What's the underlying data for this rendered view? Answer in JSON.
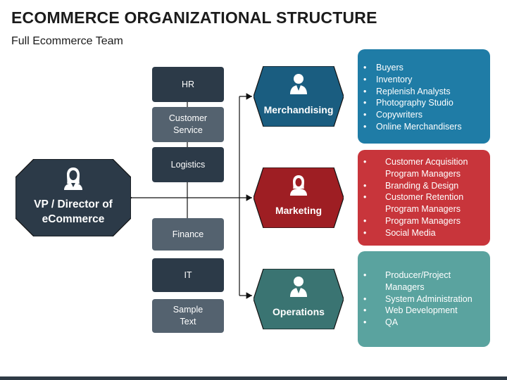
{
  "header": {
    "title": "ECOMMERCE ORGANIZATIONAL STRUCTURE",
    "subtitle": "Full Ecommerce Team"
  },
  "vp": {
    "label": "VP / Director of eCommerce",
    "color": "#2c3a48",
    "icon": "person-icon"
  },
  "departments": [
    {
      "label": "HR",
      "color": "#2c3a48"
    },
    {
      "label": "Customer Service",
      "color": "#54626f"
    },
    {
      "label": "Logistics",
      "color": "#2c3a48"
    },
    {
      "label": "Finance",
      "color": "#54626f"
    },
    {
      "label": "IT",
      "color": "#2c3a48"
    },
    {
      "label": "Sample Text",
      "color": "#54626f"
    }
  ],
  "divisions": [
    {
      "label": "Merchandising",
      "color": "#1a5d80",
      "card_color": "#1f7ca6",
      "icon": "person-icon",
      "items": [
        "Buyers",
        "Inventory",
        "Replenish Analysts",
        "Photography Studio",
        "Copywriters",
        "Online Merchandisers"
      ]
    },
    {
      "label": "Marketing",
      "color": "#9e1e23",
      "card_color": "#c8353b",
      "icon": "person-icon",
      "items": [
        "Customer Acquisition Program Managers",
        "Branding & Design",
        "Customer Retention Program Managers",
        "Program Managers",
        "Social Media"
      ]
    },
    {
      "label": "Operations",
      "color": "#3a7472",
      "card_color": "#5aa39f",
      "icon": "person-icon",
      "items": [
        "Producer/Project Managers",
        "System Administration",
        "Web Development",
        "QA"
      ]
    }
  ]
}
